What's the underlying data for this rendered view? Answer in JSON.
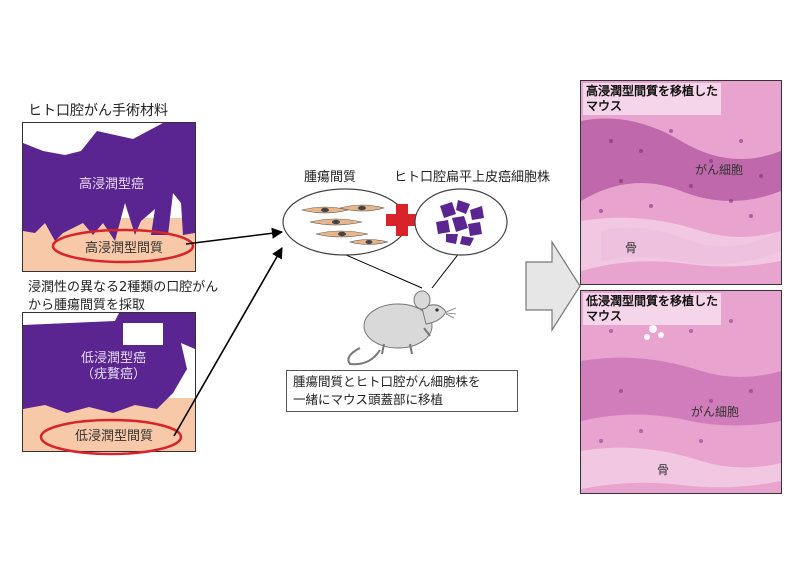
{
  "left": {
    "top_label": "ヒト口腔がん手術材料",
    "panel1_tumor": "高浸潤型癌",
    "panel1_stroma": "高浸潤型間質",
    "mid_label_line1": "浸潤性の異なる2種類の口腔がん",
    "mid_label_line2": "から腫瘍間質を採取",
    "panel2_tumor_line1": "低浸潤型癌",
    "panel2_tumor_line2": "（疣贅癌）",
    "panel2_stroma": "低浸潤型間質"
  },
  "center": {
    "stroma_label": "腫瘍間質",
    "cell_line_label": "ヒト口腔扁平上皮癌細胞株",
    "note_line1": "腫瘍間質とヒト口腔がん細胞株を",
    "note_line2": "一緒にマウス頭蓋部に移植"
  },
  "right": {
    "top_caption_line1": "高浸潤型間質を移植した",
    "top_caption_line2": "マウス",
    "top_cancer_label": "がん細胞",
    "top_bone_label": "骨",
    "bottom_caption_line1": "低浸潤型間質を移植した",
    "bottom_caption_line2": "マウス",
    "bottom_cancer_label": "がん細胞",
    "bottom_bone_label": "骨"
  },
  "colors": {
    "tumor_purple": "#5a2590",
    "stroma_peach": "#f7c9a8",
    "highlight_red": "#d8232a",
    "histo_pink": "#e8a3cf",
    "histo_dark": "#b2559f"
  }
}
